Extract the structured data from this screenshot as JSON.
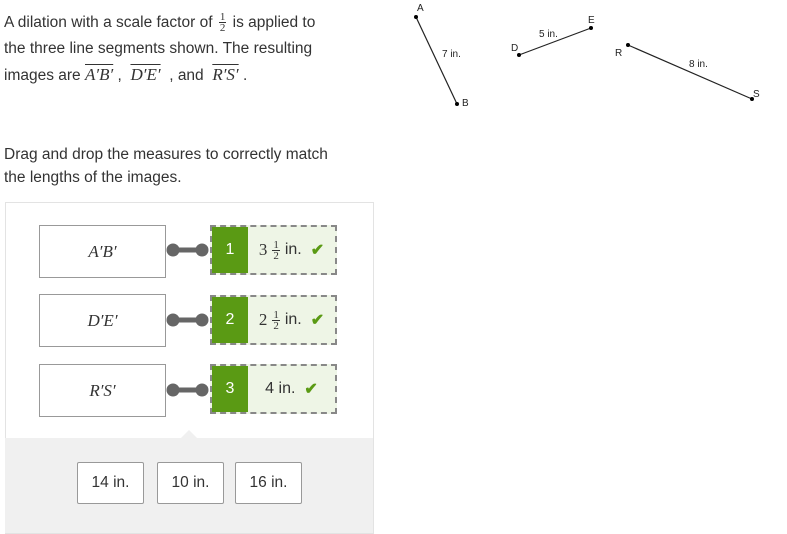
{
  "prompt": {
    "line1_pre": "A dilation with a scale factor of",
    "frac_num": "1",
    "frac_den": "2",
    "line1_post": "is applied to",
    "line2": "the three line segments shown. The resulting",
    "line3_pre": "images are",
    "seg1": "A′B′",
    "sep1": ",",
    "seg2": "D′E′",
    "sep2": ", and",
    "seg3": "R′S′",
    "end": "."
  },
  "instruction": {
    "line1": "Drag and drop the measures to correctly match",
    "line2": "the lengths of the images."
  },
  "diagram": {
    "A": "A",
    "B": "B",
    "AB_len": "7 in.",
    "D": "D",
    "E": "E",
    "DE_len": "5 in.",
    "R": "R",
    "S": "S",
    "RS_len": "8 in."
  },
  "matches": [
    {
      "target": "A′B′",
      "number": "1",
      "whole": "3",
      "num": "1",
      "den": "2",
      "unit": "in.",
      "status": "correct"
    },
    {
      "target": "D′E′",
      "number": "2",
      "whole": "2",
      "num": "1",
      "den": "2",
      "unit": "in.",
      "status": "correct"
    },
    {
      "target": "R′S′",
      "number": "3",
      "whole": "4 in.",
      "status": "correct"
    }
  ],
  "bank": [
    "14 in.",
    "10 in.",
    "16 in."
  ],
  "colors": {
    "correct": "#5a9a14",
    "answer_bg": "#eef5e6"
  }
}
